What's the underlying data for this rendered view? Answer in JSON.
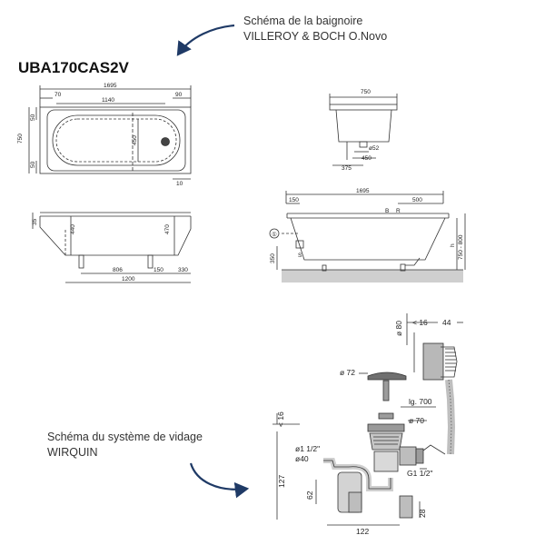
{
  "captions": {
    "tub_title_line1": "Schéma de la baignoire",
    "tub_title_line2": "VILLEROY & BOCH O.Novo",
    "drain_title_line1": "Schéma du système de vidage",
    "drain_title_line2": "WIRQUIN"
  },
  "model": "UBA170CAS2V",
  "colors": {
    "arrow": "#1f3a66",
    "line": "#333333",
    "floor": "#cfcfcf"
  },
  "top_view": {
    "d1695": "1695",
    "d70": "70",
    "d90": "90",
    "d1140": "1140",
    "d750": "750",
    "d50a": "50",
    "d50b": "50",
    "d450": "450",
    "d10": "10"
  },
  "side_view": {
    "d35": "35",
    "d440": "440",
    "d470": "470",
    "d806": "806",
    "d150": "150",
    "d330": "330",
    "d1200": "1200"
  },
  "end_view": {
    "d750": "750",
    "d52": "ø52",
    "d450": "450",
    "d375": "375"
  },
  "install_view": {
    "d1695": "1695",
    "d150": "150",
    "d500": "500",
    "markB": "B",
    "markR": "R",
    "markS": "S",
    "d350": "350",
    "markH": "h",
    "d750_800": "750 - 800",
    "callout": "①"
  },
  "drain": {
    "d80": "ø 80",
    "d16top": "< 16",
    "d44": "44",
    "d72": "ø 72",
    "lg700": "lg. 700",
    "d70": "ø 70",
    "d16left": "< 16",
    "d1half": "ø1 1/2\"",
    "d40": "ø40",
    "g1half": "G1 1/2\"",
    "d127": "127",
    "d62": "62",
    "d28": "28",
    "d122": "122"
  }
}
